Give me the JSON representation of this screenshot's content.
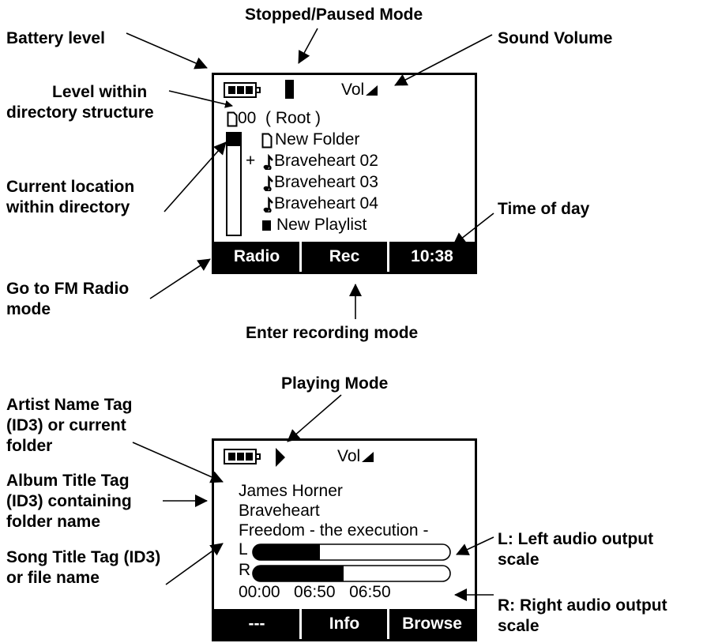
{
  "labels": {
    "battery_level": "Battery level",
    "stopped_paused_mode": "Stopped/Paused Mode",
    "sound_volume": "Sound Volume",
    "level_within_line1": "Level within",
    "level_within_line2": "directory structure",
    "current_location_line1": "Current location",
    "current_location_line2": "within directory",
    "time_of_day": "Time of day",
    "go_fm_line1": "Go to FM Radio",
    "go_fm_line2": "mode",
    "enter_recording": "Enter recording mode",
    "playing_mode": "Playing Mode",
    "artist_line1": "Artist Name Tag",
    "artist_line2": "(ID3) or current",
    "artist_line3": "folder",
    "album_line1": "Album Title Tag",
    "album_line2": "(ID3) containing",
    "album_line3": "folder name",
    "song_line1": "Song Title Tag (ID3)",
    "song_line2": "or file name",
    "left_scale_line1": "L: Left audio output",
    "left_scale_line2": "scale",
    "right_scale_line1": "R: Right audio output",
    "right_scale_line2": "scale"
  },
  "browse_screen": {
    "battery_bars": 3,
    "volume_label": "Vol",
    "root_label": "00  ( Root )",
    "items": [
      {
        "prefix": "",
        "icon": "folder-icon",
        "text": "New Folder"
      },
      {
        "prefix": "+",
        "icon": "music-note-icon",
        "text": "Braveheart 02"
      },
      {
        "prefix": "",
        "icon": "music-note-icon",
        "text": "Braveheart 03"
      },
      {
        "prefix": "",
        "icon": "music-note-icon",
        "text": "Braveheart 04"
      },
      {
        "prefix": "",
        "icon": "playlist-square-icon",
        "text": "New Playlist"
      }
    ],
    "softkeys": {
      "left": "Radio",
      "middle": "Rec",
      "right": "10:38"
    }
  },
  "play_screen": {
    "battery_bars": 3,
    "volume_label": "Vol",
    "artist": "James Horner",
    "album": "Braveheart",
    "song": "Freedom - the execution -",
    "left_channel_label": "L",
    "right_channel_label": "R",
    "left_level": 0.34,
    "right_level": 0.46,
    "times": "00:00   06:50   06:50",
    "softkeys": {
      "left": "---",
      "middle": "Info",
      "right": "Browse"
    }
  }
}
